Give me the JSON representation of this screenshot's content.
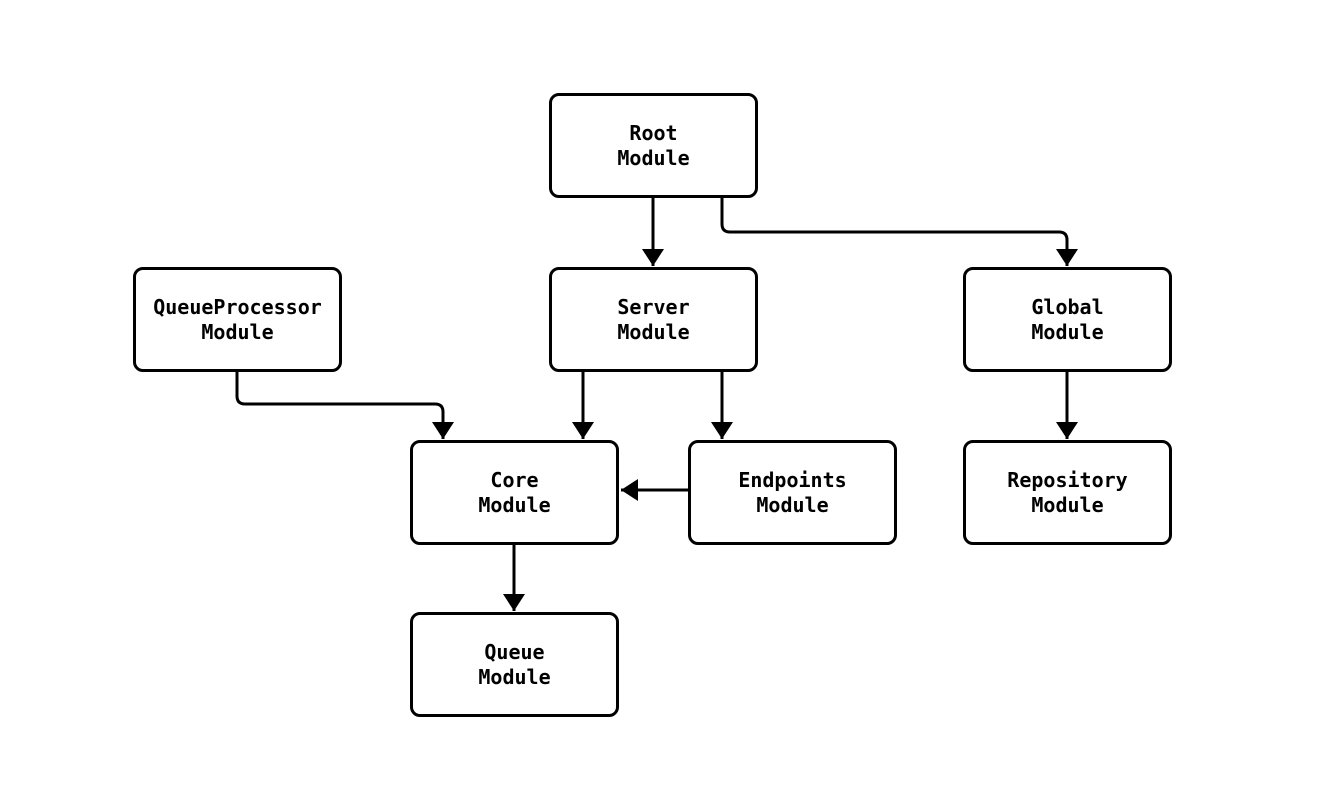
{
  "diagram": {
    "type": "module-dependency-graph",
    "colors": {
      "stroke": "#000000",
      "node_fill": "#ffffff",
      "background": "#ffffff",
      "text": "#000000"
    },
    "nodes": {
      "root": {
        "label": "Root\nModule"
      },
      "queueprocessor": {
        "label": "QueueProcessor\nModule"
      },
      "server": {
        "label": "Server\nModule"
      },
      "global": {
        "label": "Global\nModule"
      },
      "core": {
        "label": "Core\nModule"
      },
      "endpoints": {
        "label": "Endpoints\nModule"
      },
      "repository": {
        "label": "Repository\nModule"
      },
      "queue": {
        "label": "Queue\nModule"
      }
    },
    "edges": [
      {
        "from": "Root Module",
        "to": "Server Module"
      },
      {
        "from": "Root Module",
        "to": "Global Module"
      },
      {
        "from": "QueueProcessor Module",
        "to": "Core Module"
      },
      {
        "from": "Server Module",
        "to": "Core Module"
      },
      {
        "from": "Server Module",
        "to": "Endpoints Module"
      },
      {
        "from": "Endpoints Module",
        "to": "Core Module"
      },
      {
        "from": "Core Module",
        "to": "Queue Module"
      },
      {
        "from": "Global Module",
        "to": "Repository Module"
      }
    ]
  }
}
